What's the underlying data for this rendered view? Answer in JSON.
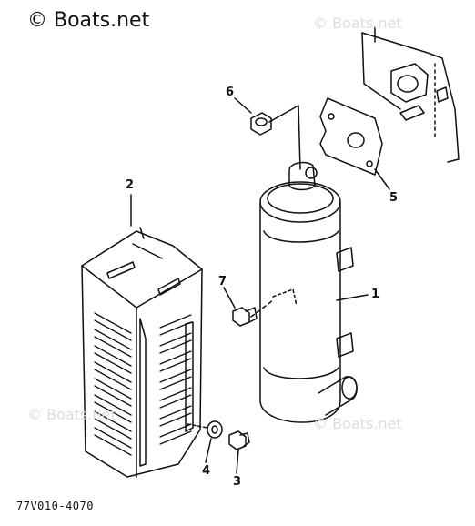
{
  "watermark": {
    "main": "© Boats.net",
    "faint": "© Boats.net"
  },
  "parts": [
    {
      "number": "1"
    },
    {
      "number": "2"
    },
    {
      "number": "3"
    },
    {
      "number": "4"
    },
    {
      "number": "5"
    },
    {
      "number": "6"
    },
    {
      "number": "7"
    }
  ],
  "drawing_code": "77V010-4070"
}
